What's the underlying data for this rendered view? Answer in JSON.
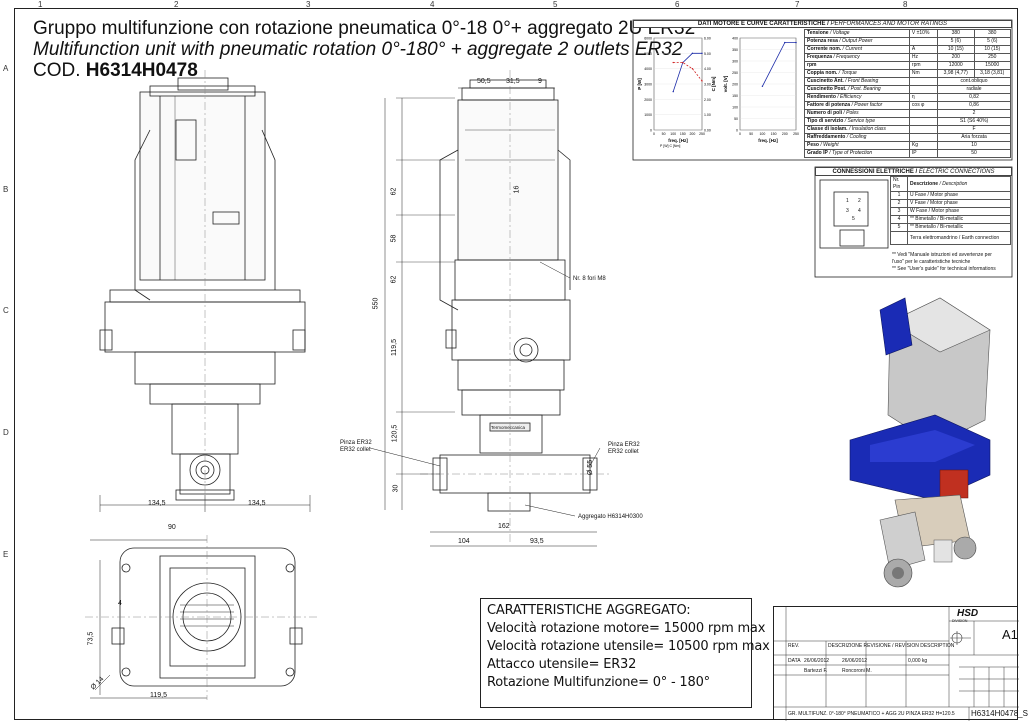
{
  "title": {
    "line1": "Gruppo multifunzione con rotazione pneumatica 0°-18 0°+ aggregato 2U ER32",
    "line2": "Multifunction unit with pneumatic rotation 0°-180°  + aggregate 2 outlets ER32",
    "code_prefix": "COD. ",
    "code": "H6314H0478"
  },
  "grid": {
    "columns": [
      "1",
      "2",
      "3",
      "4",
      "5",
      "6",
      "7",
      "8"
    ],
    "rows": [
      "A",
      "B",
      "C",
      "D",
      "E"
    ]
  },
  "motor_ratings": {
    "header_bold": "DATI MOTORE E CURVE CARATTERISTICHE /",
    "header_italic": " PERFORMANCES AND MOTOR RATINGS",
    "rows": [
      {
        "label": "Tensione",
        "label_en": "Voltage",
        "unit": "V ±10%",
        "v1": "380",
        "v2": "380"
      },
      {
        "label": "Potenza resa",
        "label_en": "Output Power",
        "unit": "",
        "v1": "5 (6)",
        "v2": "5 (6)"
      },
      {
        "label": "Corrente nom.",
        "label_en": "Current",
        "unit": "A",
        "v1": "10 (15)",
        "v2": "10 (15)"
      },
      {
        "label": "Frequenza",
        "label_en": "Frequency",
        "unit": "Hz",
        "v1": "200",
        "v2": "250"
      },
      {
        "label": "rpm",
        "label_en": "",
        "unit": "rpm",
        "v1": "12000",
        "v2": "15000"
      },
      {
        "label": "Coppia nom.",
        "label_en": "Torque",
        "unit": "Nm",
        "v1": "3,98 (4,77)",
        "v2": "3,18 (3,81)"
      },
      {
        "label": "Cuscinetto Ant.",
        "label_en": "Front Bearing",
        "unit": "",
        "v1": "cont.obliquo",
        "v2": ""
      },
      {
        "label": "Cuscinetto Post.",
        "label_en": "Post. Bearing",
        "unit": "",
        "v1": "radiale",
        "v2": ""
      },
      {
        "label": "Rendimento",
        "label_en": "Efficiency",
        "unit": "η",
        "v1": "0,82",
        "v2": ""
      },
      {
        "label": "Fattore di potenza",
        "label_en": "Power factor",
        "unit": "cos φ",
        "v1": "0,86",
        "v2": ""
      },
      {
        "label": "Numero di poli",
        "label_en": "Poles",
        "unit": "",
        "v1": "2",
        "v2": ""
      },
      {
        "label": "Tipo di servizio",
        "label_en": "Service type",
        "unit": "",
        "v1": "S1 (S6 40%)",
        "v2": ""
      },
      {
        "label": "Classe di isolam.",
        "label_en": "Insulation class",
        "unit": "",
        "v1": "F",
        "v2": ""
      },
      {
        "label": "Raffreddamento",
        "label_en": "Cooling",
        "unit": "",
        "v1": "Aria forzata",
        "v2": ""
      },
      {
        "label": "Peso",
        "label_en": "Weight",
        "unit": "Kg",
        "v1": "10",
        "v2": ""
      },
      {
        "label": "Grado IP",
        "label_en": "Type of Protection",
        "unit": "IP",
        "v1": "50",
        "v2": ""
      }
    ]
  },
  "chart_data": [
    {
      "type": "line",
      "xlabel": "freq. [Hz]",
      "ylabel": "P [W]",
      "ylabel_right": "C [Nm]",
      "x_ticks": [
        "0",
        "50",
        "100",
        "150",
        "200",
        "250"
      ],
      "y_ticks": [
        "0",
        "1000",
        "2000",
        "3000",
        "4000",
        "5000",
        "6000"
      ],
      "y_ticks_right": [
        "0.00",
        "1.00",
        "2.00",
        "3.00",
        "4.00",
        "5.00",
        "6.00"
      ],
      "xlim": [
        0,
        250
      ],
      "ylim": [
        0,
        6000
      ],
      "ylim_right": [
        0,
        6
      ],
      "legend": [
        "P [W]",
        "C [Nm]"
      ],
      "series": [
        {
          "name": "P [W]",
          "x": [
            100,
            150,
            200,
            250
          ],
          "y": [
            2500,
            4400,
            5000,
            5000
          ],
          "color": "#1a2aa8",
          "style": "solid"
        },
        {
          "name": "C [Nm]",
          "x": [
            100,
            150,
            200,
            250
          ],
          "y": [
            4.4,
            4.4,
            4.0,
            3.2
          ],
          "color": "#d02020",
          "style": "dashed",
          "axis": "right"
        }
      ]
    },
    {
      "type": "line",
      "xlabel": "freq. [Hz]",
      "ylabel": "volt. [V]",
      "x_ticks": [
        "0",
        "50",
        "100",
        "150",
        "200",
        "250"
      ],
      "y_ticks": [
        "0",
        "50",
        "100",
        "150",
        "200",
        "250",
        "300",
        "350",
        "400"
      ],
      "xlim": [
        0,
        250
      ],
      "ylim": [
        0,
        400
      ],
      "series": [
        {
          "name": "",
          "x": [
            100,
            200,
            250
          ],
          "y": [
            190,
            380,
            380
          ],
          "color": "#1a2aa8",
          "style": "solid"
        }
      ]
    }
  ],
  "electric": {
    "header_bold": "CONNESSIONI ELETTRICHE /",
    "header_italic": " ELECTRIC CONNECTIONS",
    "col_pin": "Nr. Pin",
    "col_desc_bold": "Descrizione",
    "col_desc_italic": " / Description",
    "rows": [
      {
        "pin": "1",
        "desc": "U Fase / Motor phase"
      },
      {
        "pin": "2",
        "desc": "V Fase / Motor phase"
      },
      {
        "pin": "3",
        "desc": "W Fase / Motor phase"
      },
      {
        "pin": "4",
        "desc": "** Bimetallo / Bi-metallic"
      },
      {
        "pin": "5",
        "desc": "** Bimetallo / Bi-metallic"
      },
      {
        "pin": "",
        "desc": "Terra elettromandrino / Earth connection"
      }
    ],
    "note1": "** Vedi \"Manuale istruzioni ed avvertenze per",
    "note2": "l'uso\" per le caratteristiche tecniche",
    "note3": "** See \"User's guide\" for technical informations"
  },
  "dims": {
    "d50_5": "50,5",
    "d31_5": "31,5",
    "d9": "9",
    "d62a": "62",
    "d58": "58",
    "d62b": "62",
    "d119_5": "119,5",
    "d120_5": "120,5",
    "d30": "30",
    "d550": "550",
    "d16": "16",
    "d55": "Ø 55",
    "d162": "162",
    "d104": "104",
    "d93_5": "93,5",
    "d134_5a": "134,5",
    "d134_5b": "134,5",
    "d90": "90",
    "d4": "4",
    "d73_5": "73,5",
    "d119_5b": "119,5",
    "d14": "Ø 14"
  },
  "labels": {
    "fori": "Nr. 8 fori M8",
    "pinza_l1": "Pinza ER32",
    "pinza_l2": "ER32 collet",
    "pinza_r1": "Pinza ER32",
    "pinza_r2": "ER32 collet",
    "aggregato": "Aggregato H6314H0300",
    "plate": "Termomeccanica"
  },
  "aggregate": {
    "heading": "CARATTERISTICHE AGGREGATO:",
    "lines": [
      "Velocità rotazione motore= 15000 rpm max",
      "Velocità rotazione utensile= 10500 rpm max",
      "Attacco utensile= ER32",
      "Rotazione Multifunzione= 0° - 180°"
    ]
  },
  "title_block": {
    "company": "HSD",
    "division": "DIVISION",
    "sheet_size": "A1",
    "rev_label": "REV.",
    "rev_desc": "DESCRIZIONE REVISIONE / REVISION DESCRIPTION",
    "date_label": "DATA",
    "date1": "26/06/2012",
    "date2": "26/06/2012",
    "drawn": "Bartezzi F.",
    "checked": "Roncoroni M.",
    "weight": "0,000 kg",
    "description": "GR. MULTIFUNZ. 0°-180° PNEUMATICO + AGG 2U PINZA ER32 H=120.5",
    "code": "H6314H0478_S"
  },
  "colors": {
    "line": "#222222",
    "dim": "#333333",
    "render_blue": "#1a2bb5",
    "render_grey": "#c8c8c8",
    "curve_blue": "#1a2aa8",
    "curve_red": "#d02020"
  }
}
